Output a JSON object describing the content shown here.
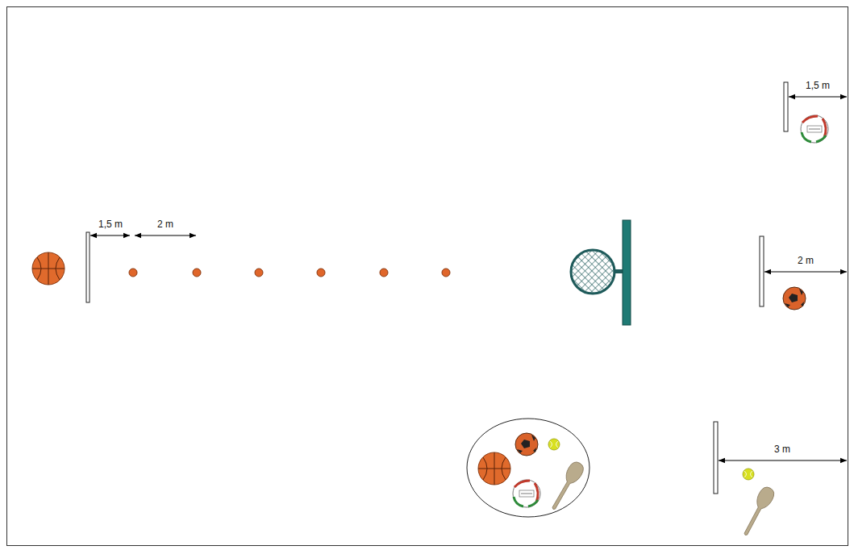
{
  "diagram": {
    "labels": [
      "1,5 m",
      "2 m",
      "1,5 m",
      "2 m",
      "3 m"
    ]
  }
}
